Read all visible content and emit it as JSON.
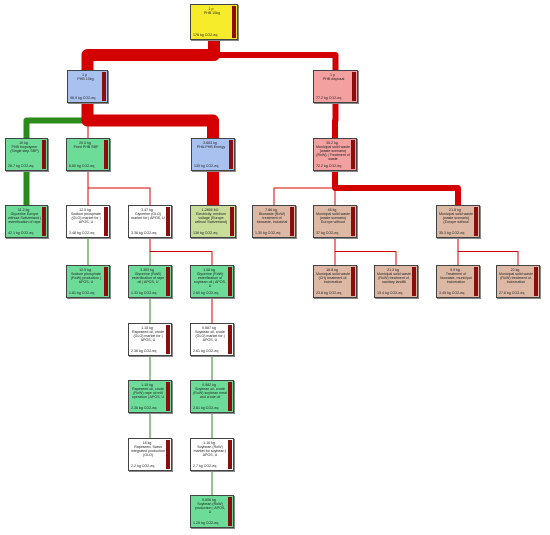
{
  "nodes": [
    {
      "id": "n1",
      "amount": "1 p",
      "name": "PHB 10kg",
      "ghg": "176 kg CO2-eq",
      "color": "yellow"
    },
    {
      "id": "n2",
      "amount": "1 p",
      "name": "PHB 10kg",
      "ghg": "98.9 kg CO2-eq",
      "color": "blue"
    },
    {
      "id": "n3",
      "amount": "1 p",
      "name": "PHB disposal",
      "ghg": "77.2 kg CO2-eq",
      "color": "pink"
    },
    {
      "id": "n4",
      "amount": "10 kg",
      "name": "PHB biopolymer (Single step SBP)",
      "ghg": "26.7 kg CO2-eq",
      "color": "green"
    },
    {
      "id": "n5",
      "amount": "20.0 kg",
      "name": "Feed PHB SBP",
      "ghg": "6.80 kg CO2-eq",
      "color": "green"
    },
    {
      "id": "n6",
      "amount": "3.663 kg",
      "name": "PHA-PHB Energy",
      "ghg": "135 kg CO2-eq",
      "color": "blue"
    },
    {
      "id": "n7",
      "amount": "35.2 kg",
      "name": "Municipal solid waste (waste scenario) {RoW} | Treatment of waste",
      "ghg": "72.2 kg CO2-eq",
      "color": "pink"
    },
    {
      "id": "n8",
      "amount": "31.2 kg",
      "name": "Glycerine Europe without Switzerland | esterification of rape",
      "ghg": "42.1 kg CO2-eq",
      "color": "green"
    },
    {
      "id": "n9",
      "amount": "12.5 kg",
      "name": "Sodium phosphate (GLO) market for | APOS, U",
      "ghg": "3.48 kg CO2-eq",
      "color": "white"
    },
    {
      "id": "n10",
      "amount": "3.47 kg",
      "name": "Glycerine (GLO) market for | APOS, U",
      "ghg": "3.36 kg CO2-eq",
      "color": "white"
    },
    {
      "id": "n11",
      "amount": "1.2855 MJ",
      "name": "Electricity, medium voltage (Europe without Switzerland)",
      "ghg": "136 kg CO2-eq",
      "color": "olive"
    },
    {
      "id": "n12",
      "amount": "7.86 kg",
      "name": "Biowaste (RoW) treatment of biowaste, industrial",
      "ghg": "1.30 kg CO2-eq",
      "color": "tan"
    },
    {
      "id": "n13",
      "amount": "45 kg",
      "name": "Municipal solid waste (waste scenario) Europe without",
      "ghg": "37 kg CO2-eq",
      "color": "tan"
    },
    {
      "id": "n14",
      "amount": "21.8 kg",
      "name": "Municipal solid waste (waste scenario) (Europe without",
      "ghg": "35.3 kg CO2-eq",
      "color": "tan"
    },
    {
      "id": "n15",
      "amount": "12.5 kg",
      "name": "Sodium phosphate (RoW) production | APOS, U",
      "ghg": "1.81 kg CO2-eq",
      "color": "green"
    },
    {
      "id": "n16",
      "amount": "3.353 kg",
      "name": "Glycerine (RoW) esterification of rape oil | APOS, U",
      "ghg": "1.33 kg CO2-eq",
      "color": "green"
    },
    {
      "id": "n17",
      "amount": "1.08 kg",
      "name": "Glycerine (RoW) esterification of soybean oil | APOS, U",
      "ghg": "2.60 kg CO2-eq",
      "color": "green"
    },
    {
      "id": "n18",
      "amount": "16.8 kg",
      "name": "Municipal solid waste (CH) treatment of, incineration",
      "ghg": "23.8 kg CO2-eq",
      "color": "tan"
    },
    {
      "id": "n19",
      "amount": "21.3 kg",
      "name": "Municipal solid waste (RoW) treatment of, sanitary landfill",
      "ghg": "15.4 kg CO2-eq",
      "color": "tan"
    },
    {
      "id": "n20",
      "amount": "9.9 kg",
      "name": "Treatment of biowaste, municipal incineration",
      "ghg": "3.45 kg CO2-eq",
      "color": "tan"
    },
    {
      "id": "n21",
      "amount": "22 kg",
      "name": "Municipal solid waste (RoW) treatment of, incineration",
      "ghg": "27.8 kg CO2-eq",
      "color": "tan"
    },
    {
      "id": "n22",
      "amount": "1.15 kg",
      "name": "Rapeseed oil, crude (GLO) market for | APOS, U",
      "ghg": "2.36 kg CO2-eq",
      "color": "white"
    },
    {
      "id": "n23",
      "amount": "0.587 kg",
      "name": "Soybean oil, crude (GLO) market for | APOS, U",
      "ghg": "2.61 kg CO2-eq",
      "color": "white"
    },
    {
      "id": "n24",
      "amount": "1.15 kg",
      "name": "Rapeseed oil, crude (RoW) rape oil mill operation | APOS, U",
      "ghg": "2.36 kg CO2-eq",
      "color": "green"
    },
    {
      "id": "n25",
      "amount": "0.582 kg",
      "name": "Soybean oil, crude (RoW) soybean meal and crude oil",
      "ghg": "2.61 kg CO2-eq",
      "color": "green"
    },
    {
      "id": "n26",
      "amount": "18 kg",
      "name": "Rapeseed, Swiss integrated production (GLO)",
      "ghg": "2.2 kg CO2-eq",
      "color": "white"
    },
    {
      "id": "n27",
      "amount": "1.16 kg",
      "name": "Soybean (RoW) market for soybean | APOS, U",
      "ghg": "2.7 kg CO2-eq",
      "color": "white"
    },
    {
      "id": "n28",
      "amount": "0.606 kg",
      "name": "Soybean (RoW) production | APOS, U",
      "ghg": "1.25 kg CO2-eq",
      "color": "green"
    }
  ],
  "edges": [
    {
      "from": "n2",
      "to": "n1",
      "weight": "heavy",
      "color": "red"
    },
    {
      "from": "n3",
      "to": "n1",
      "weight": "medium",
      "color": "red"
    },
    {
      "from": "n4",
      "to": "n2",
      "weight": "medium",
      "color": "green"
    },
    {
      "from": "n5",
      "to": "n2",
      "weight": "thin",
      "color": "red"
    },
    {
      "from": "n6",
      "to": "n2",
      "weight": "heavy",
      "color": "red"
    },
    {
      "from": "n7",
      "to": "n3",
      "weight": "medium",
      "color": "red"
    },
    {
      "from": "n8",
      "to": "n4",
      "weight": "medium",
      "color": "green"
    },
    {
      "from": "n9",
      "to": "n5",
      "weight": "thin",
      "color": "red"
    },
    {
      "from": "n10",
      "to": "n5",
      "weight": "thin",
      "color": "red"
    },
    {
      "from": "n11",
      "to": "n6",
      "weight": "heavy",
      "color": "red"
    },
    {
      "from": "n12",
      "to": "n7",
      "weight": "thin",
      "color": "red"
    },
    {
      "from": "n13",
      "to": "n7",
      "weight": "thin",
      "color": "red"
    },
    {
      "from": "n14",
      "to": "n7",
      "weight": "medium",
      "color": "red"
    },
    {
      "from": "n15",
      "to": "n9",
      "weight": "thin",
      "color": "green"
    },
    {
      "from": "n16",
      "to": "n10",
      "weight": "thin",
      "color": "green"
    },
    {
      "from": "n17",
      "to": "n10",
      "weight": "thin",
      "color": "red"
    },
    {
      "from": "n18",
      "to": "n13",
      "weight": "thin",
      "color": "red"
    },
    {
      "from": "n19",
      "to": "n13",
      "weight": "thin",
      "color": "red"
    },
    {
      "from": "n20",
      "to": "n14",
      "weight": "thin",
      "color": "red"
    },
    {
      "from": "n21",
      "to": "n14",
      "weight": "thin",
      "color": "red"
    },
    {
      "from": "n22",
      "to": "n16",
      "weight": "thin",
      "color": "green"
    },
    {
      "from": "n23",
      "to": "n17",
      "weight": "thin",
      "color": "red"
    },
    {
      "from": "n24",
      "to": "n22",
      "weight": "thin",
      "color": "green"
    },
    {
      "from": "n25",
      "to": "n23",
      "weight": "thin",
      "color": "green"
    },
    {
      "from": "n26",
      "to": "n24",
      "weight": "thin",
      "color": "green"
    },
    {
      "from": "n27",
      "to": "n25",
      "weight": "thin",
      "color": "green"
    },
    {
      "from": "n28",
      "to": "n27",
      "weight": "thin",
      "color": "green"
    }
  ],
  "palette": {
    "red": "#d40000",
    "green": "#2c8a1c",
    "bar": "#8b0d0d"
  }
}
